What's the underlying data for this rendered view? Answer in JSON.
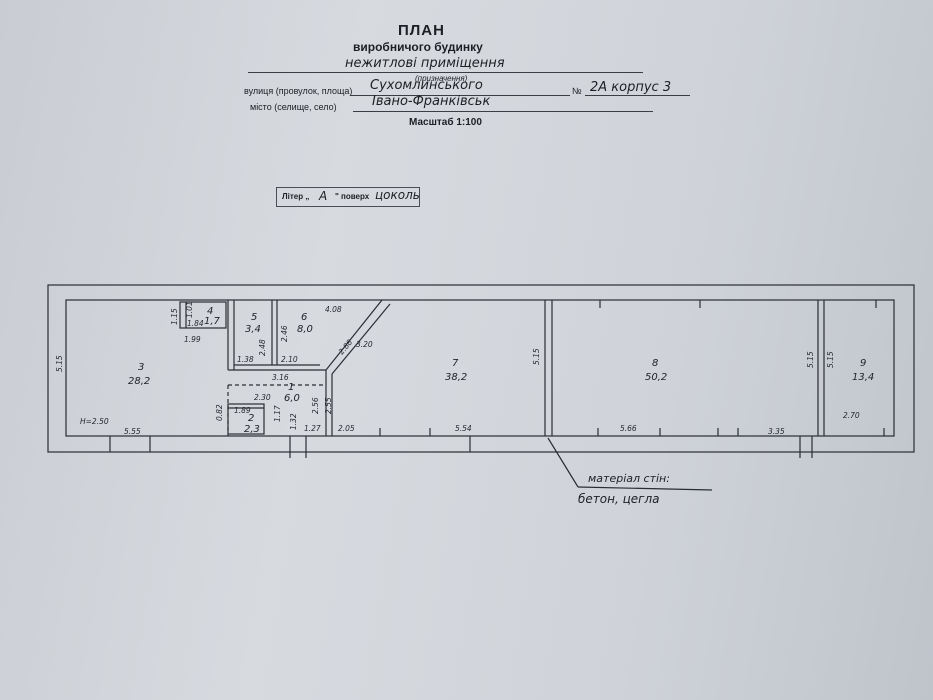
{
  "header": {
    "title": "ПЛАН",
    "subtitle": "виробничого будинку",
    "purpose_value": "нежитлові приміщення",
    "purpose_caption": "(призначення)",
    "street_label": "вулиця (провулок, площа)",
    "street_value": "Сухомлинського",
    "number_label": "№",
    "number_value": "2А корпус 3",
    "city_label": "місто (селище, село)",
    "city_value": "Івано-Франківськ",
    "scale": "Масштаб 1:100"
  },
  "stamp": {
    "liter_label": "Літер „",
    "liter_value": "А",
    "floor_label": "\" поверх",
    "floor_value": "цоколь"
  },
  "material": {
    "label": "матеріал стін:",
    "value": "бетон, цегла"
  },
  "rooms": [
    {
      "num": "1",
      "area": "6,0"
    },
    {
      "num": "2",
      "area": "2,3"
    },
    {
      "num": "3",
      "area": "28,2"
    },
    {
      "num": "4",
      "area": "1,7"
    },
    {
      "num": "5",
      "area": "3,4"
    },
    {
      "num": "6",
      "area": "8,0"
    },
    {
      "num": "7",
      "area": "38,2"
    },
    {
      "num": "8",
      "area": "50,2"
    },
    {
      "num": "9",
      "area": "13,4"
    }
  ],
  "dimensions": {
    "h": "Н=2.50",
    "r3_height": "5.15",
    "r3_width": "5.55",
    "r4_a": "1.15",
    "r4_b": "1.01",
    "r4_c": "1.84",
    "r4_d": "1.99",
    "r5_a": "2.48",
    "r5_b": "1.38",
    "r6_a": "4.08",
    "r6_b": "2.46",
    "r6_c": "2.10",
    "diag_a": "2.88",
    "diag_b": "3.20",
    "r1_a": "3.16",
    "r1_b": "2.56",
    "r1_c": "2.55",
    "r2_a": "2.30",
    "r2_b": "1.89",
    "r2_c": "0.82",
    "r2_d": "1.17",
    "r2_e": "1.32",
    "r2_f": "1.27",
    "r7_a": "2.05",
    "r7_b": "5.54",
    "r7_h": "5.15",
    "r8_w": "5.66",
    "r8_h": "5.15",
    "r8_b": "3.35",
    "r9_h": "5.15",
    "r9_w": "2.70"
  }
}
